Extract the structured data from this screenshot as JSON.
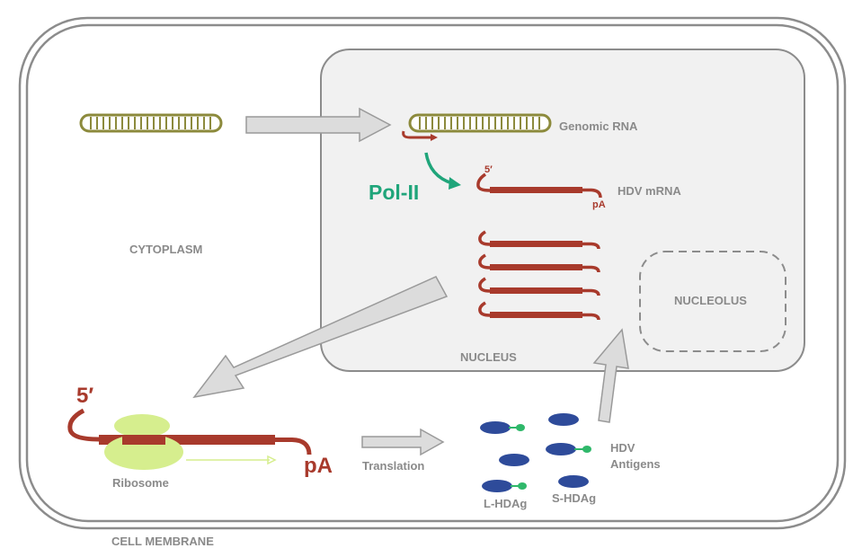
{
  "labels": {
    "genomic_rna": "Genomic RNA",
    "pol2": "Pol-II",
    "five_prime_small": "5′",
    "hdv_mrna": "HDV mRNA",
    "pa_small": "pA",
    "cytoplasm": "CYTOPLASM",
    "nucleolus": "NUCLEOLUS",
    "nucleus": "NUCLEUS",
    "five_prime_large": "5′",
    "pa_large": "pA",
    "ribosome": "Ribosome",
    "translation": "Translation",
    "hdv_antigens_line1": "HDV",
    "hdv_antigens_line2": "Antigens",
    "l_hdag": "L-HDAg",
    "s_hdag": "S-HDAg",
    "cell_membrane": "CELL MEMBRANE"
  },
  "colors": {
    "membrane": "#8c8c8c",
    "nucleus_fill": "#f1f1f1",
    "nucleus_stroke": "#8c8c8c",
    "rna_olive": "#8c8a3c",
    "mrna_red": "#a83a2c",
    "pol2_green": "#1fa57a",
    "ribosome": "#d6ee8e",
    "antigen_blue": "#2e4b9a",
    "antigen_green": "#2fb86a",
    "arrow_fill": "#dcdcdc",
    "arrow_stroke": "#9a9a9a"
  }
}
